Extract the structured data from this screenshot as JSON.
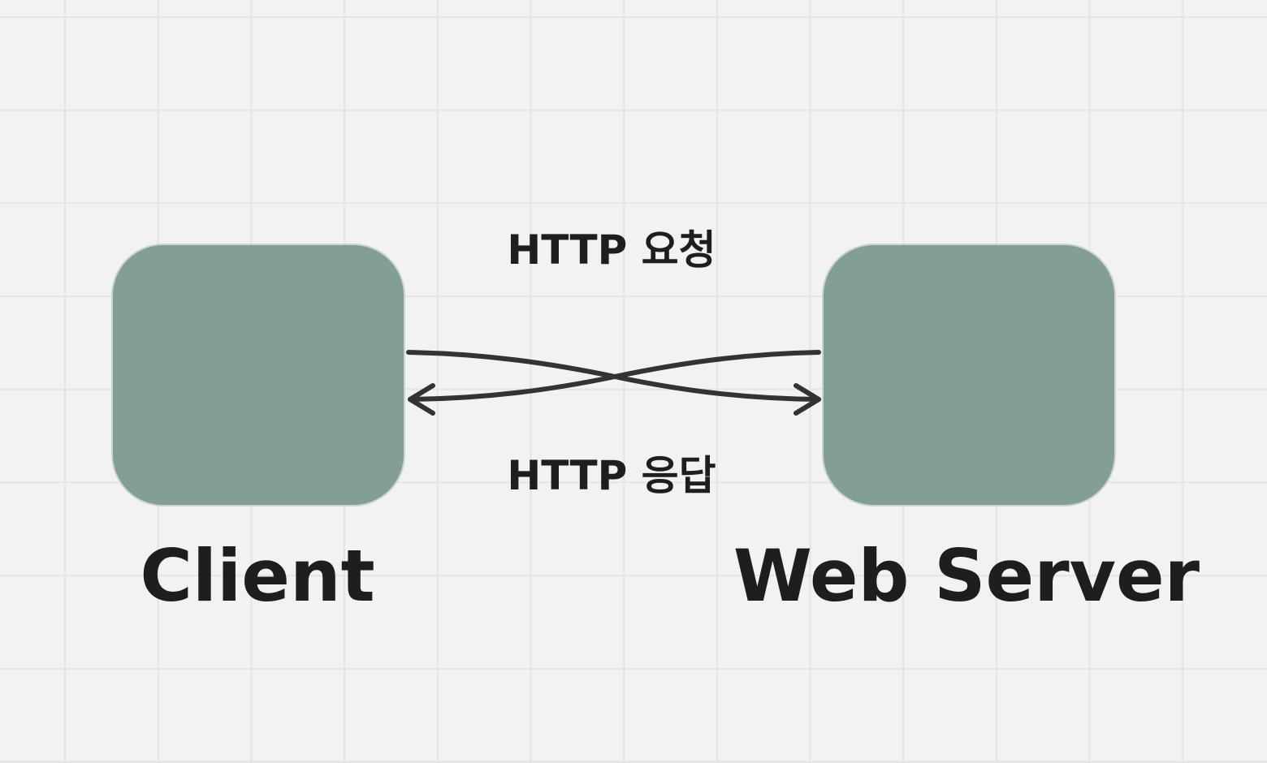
{
  "diagram": {
    "nodes": [
      {
        "id": "client",
        "label": "Client",
        "fill": "#839e92"
      },
      {
        "id": "web-server",
        "label": "Web Server",
        "fill": "#839e92"
      }
    ],
    "edges": [
      {
        "from": "client",
        "to": "web-server",
        "label": "HTTP 요청"
      },
      {
        "from": "web-server",
        "to": "client",
        "label": "HTTP 응답"
      }
    ],
    "colors": {
      "background": "#f2f2f2",
      "grid": "#e4e4e4",
      "node_fill": "#839e92",
      "node_border": "#c8d6cf",
      "arrow": "#333333",
      "text": "#1e1e1e"
    }
  }
}
